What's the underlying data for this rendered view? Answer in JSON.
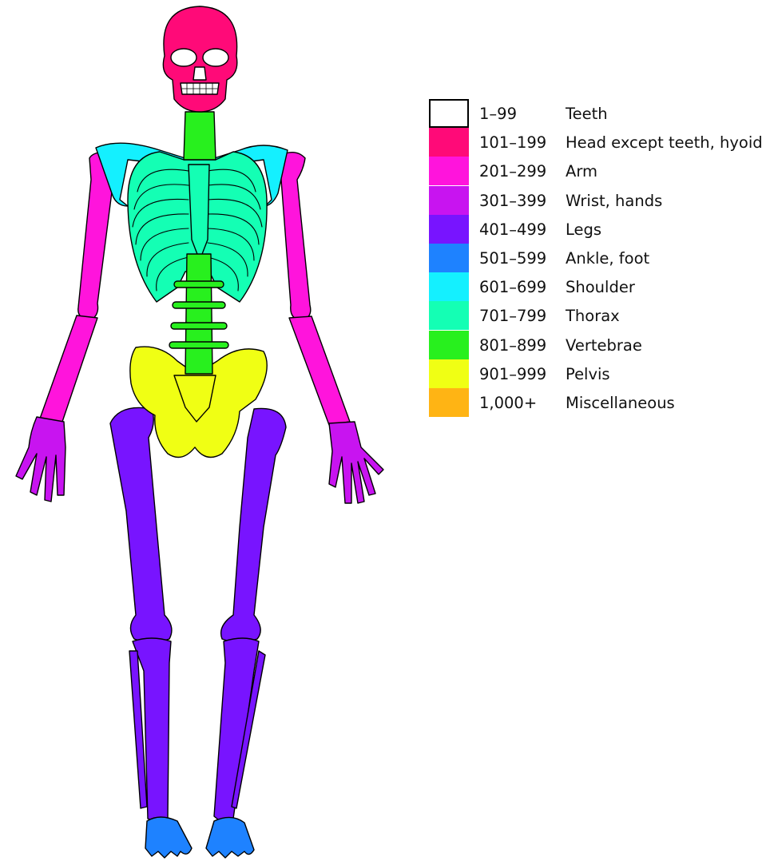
{
  "legend": {
    "items": [
      {
        "range": "1–99",
        "region": "Teeth",
        "color": "#ffffff"
      },
      {
        "range": "101–199",
        "region": "Head except teeth, hyoid",
        "color": "#ff0a78"
      },
      {
        "range": "201–299",
        "region": "Arm",
        "color": "#ff14dc"
      },
      {
        "range": "301–399",
        "region": "Wrist, hands",
        "color": "#c814f0"
      },
      {
        "range": "401–499",
        "region": "Legs",
        "color": "#7814ff"
      },
      {
        "range": "501–599",
        "region": "Ankle, foot",
        "color": "#1e82ff"
      },
      {
        "range": "601–699",
        "region": "Shoulder",
        "color": "#14f0ff"
      },
      {
        "range": "701–799",
        "region": "Thorax",
        "color": "#14ffb4"
      },
      {
        "range": "801–899",
        "region": "Vertebrae",
        "color": "#28f01e"
      },
      {
        "range": "901–999",
        "region": "Pelvis",
        "color": "#f0ff14"
      },
      {
        "range": "1,000+",
        "region": "Miscellaneous",
        "color": "#ffb414"
      }
    ]
  },
  "colors": {
    "outline": "#000000",
    "teeth": "#ffffff",
    "head": "#ff0a78",
    "arm": "#ff14dc",
    "hands": "#c814f0",
    "legs": "#7814ff",
    "feet": "#1e82ff",
    "shoulder": "#14f0ff",
    "thorax": "#14ffb4",
    "vertebrae": "#28f01e",
    "pelvis": "#f0ff14"
  },
  "icons": [
    "skeleton-figure"
  ]
}
